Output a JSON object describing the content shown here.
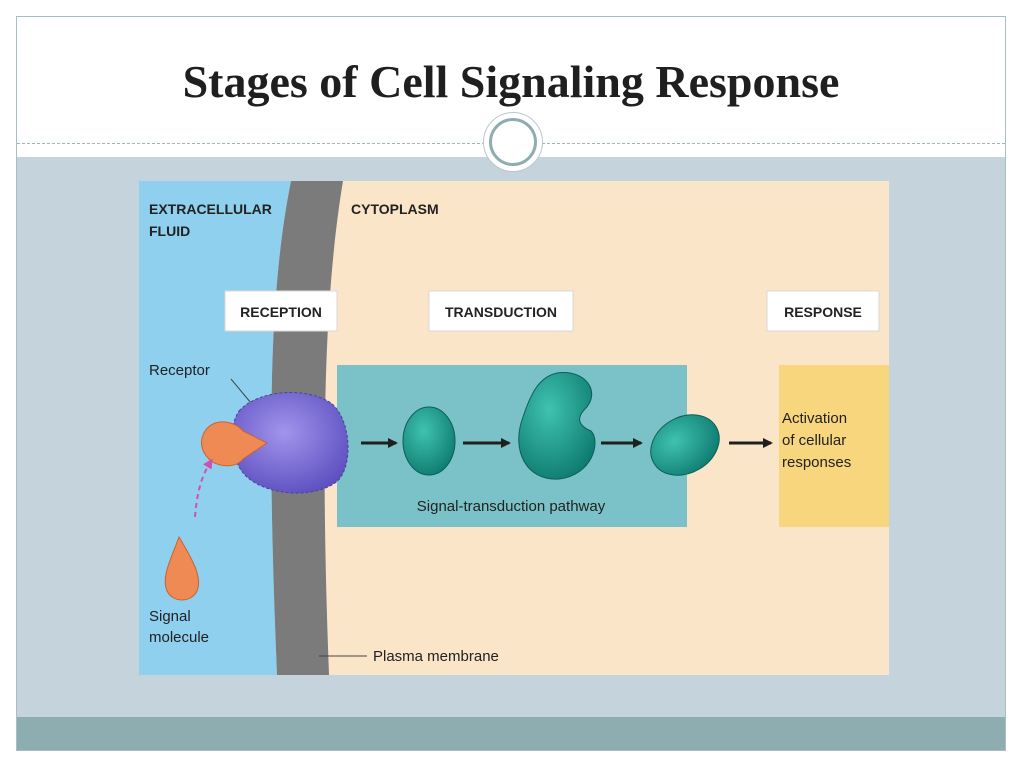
{
  "slide": {
    "title": "Stages of Cell Signaling Response"
  },
  "figure": {
    "region_extracellular": [
      "EXTRACELLULAR",
      "FLUID"
    ],
    "region_cytoplasm": "CYTOPLASM",
    "stages": {
      "reception": "RECEPTION",
      "transduction": "TRANSDUCTION",
      "response": "RESPONSE"
    },
    "receptor_label": "Receptor",
    "pathway_label": "Signal-transduction pathway",
    "response_text": [
      "Activation",
      "of cellular",
      "responses"
    ],
    "signal_label": [
      "Signal",
      "molecule"
    ],
    "membrane_label": "Plasma membrane",
    "colors": {
      "extracellular": "#8fd0ee",
      "cytoplasm": "#fbe5c8",
      "membrane": "#7b7b7b",
      "receptor": "#7b6ad6",
      "signal": "#f08a55",
      "relay": "#1b9a8d",
      "pathway_box": "#7ac2c8",
      "response_box": "#f8d67e",
      "arrow": "#d24fb0"
    },
    "icons": [
      "arrow-right-icon",
      "dashed-arrow-icon"
    ]
  }
}
